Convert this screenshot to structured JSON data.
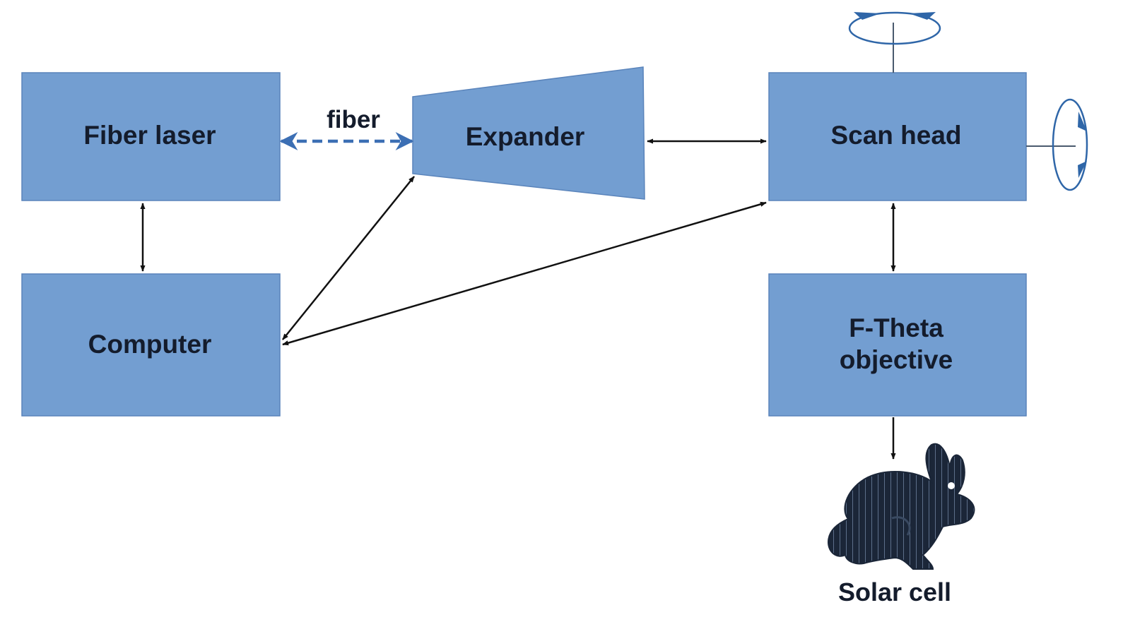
{
  "blocks": {
    "fiber_laser": "Fiber laser",
    "expander": "Expander",
    "scan_head": "Scan head",
    "computer": "Computer",
    "f_theta_line1": "F-Theta",
    "f_theta_line2": "objective"
  },
  "labels": {
    "fiber": "fiber",
    "solar_cell": "Solar cell"
  },
  "colors": {
    "block_fill": "#739ed1",
    "block_stroke": "#5a84bb",
    "fiber_link": "#3c6fb4",
    "rotation_arrow": "#2f66a8",
    "connector": "#111111",
    "cell": "#1b2638"
  }
}
